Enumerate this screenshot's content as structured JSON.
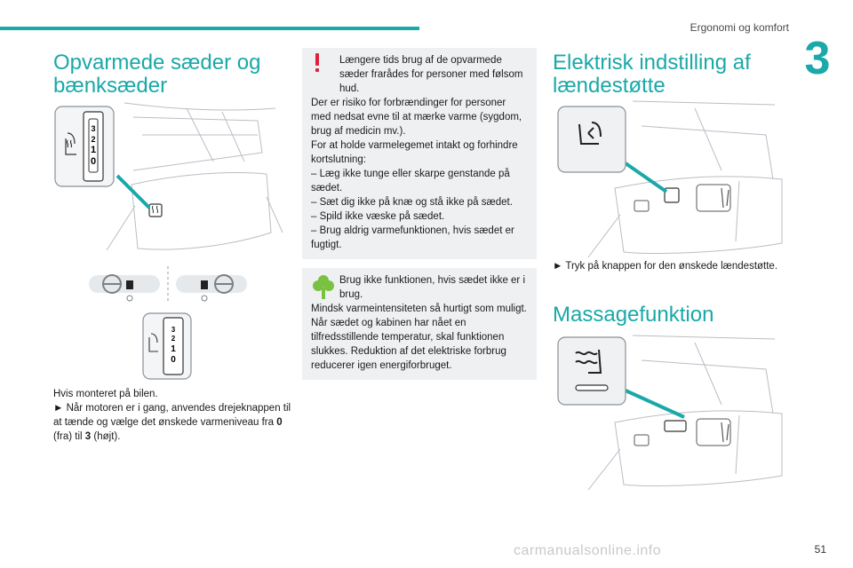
{
  "header": {
    "section": "Ergonomi og komfort",
    "chapter": "3",
    "page": "51"
  },
  "col1": {
    "title_line1": "Opvarmede sæder og",
    "title_line2": "bænksæder",
    "dial_labels": [
      "3",
      "2",
      "1",
      "0"
    ],
    "intro": "Hvis monteret på bilen.",
    "instr_pre": "► Når motoren er i gang, anvendes drejeknappen til at tænde og vælge det ønskede varmeniveau fra ",
    "instr_min": "0",
    "instr_mid1": " (fra) til ",
    "instr_max": "3",
    "instr_post": " (højt)."
  },
  "warning": {
    "lines": [
      "Længere tids brug af de opvarmede sæder frarådes for personer med følsom hud.",
      "Der er risiko for forbrændinger for personer med nedsat evne til at mærke varme (sygdom, brug af medicin mv.).",
      "For at holde varmelegemet intakt og forhindre kortslutning:",
      "– Læg ikke tunge eller skarpe genstande på sædet.",
      "– Sæt dig ikke på knæ og stå ikke på sædet.",
      "– Spild ikke væske på sædet.",
      "– Brug aldrig varmefunktionen, hvis sædet er fugtigt."
    ]
  },
  "eco": {
    "lines": [
      "Brug ikke funktionen, hvis sædet ikke er i brug.",
      "Mindsk varmeintensiteten så hurtigt som muligt.",
      "Når sædet og kabinen har nået en tilfredsstillende temperatur, skal funktionen slukkes. Reduktion af det elektriske forbrug reducerer igen energiforbruget."
    ]
  },
  "col3": {
    "lumbar_title_line1": "Elektrisk indstilling af",
    "lumbar_title_line2": "lændestøtte",
    "lumbar_instr": "► Tryk på knappen for den ønskede lændestøtte.",
    "massage_title": "Massagefunktion"
  },
  "footer": {
    "watermark": "carmanualsonline.info"
  },
  "colors": {
    "accent": "#1aa8a8",
    "warning": "#e0203a",
    "eco": "#7ac142",
    "notice_bg": "#eef0f2"
  },
  "icons": [
    "seat-heat-icon",
    "lumbar-icon",
    "massage-icon",
    "warning-icon",
    "eco-leaf-icon",
    "steering-wheel-icon"
  ]
}
